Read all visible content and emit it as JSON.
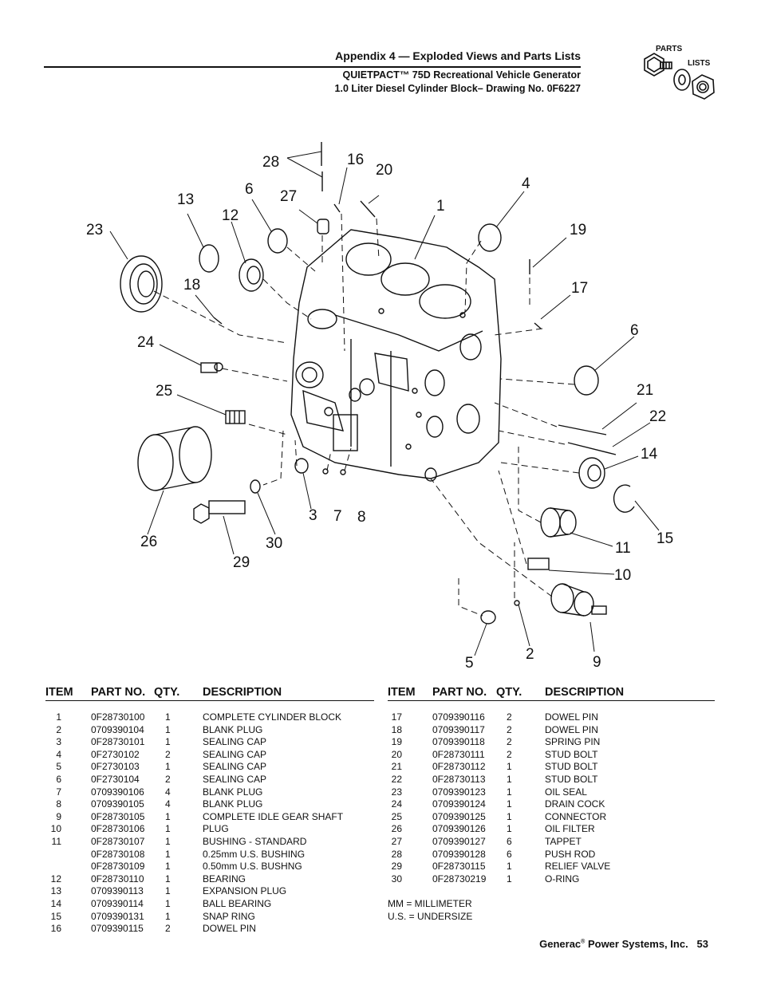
{
  "header": {
    "title": "Appendix 4 — Exploded Views and Parts Lists",
    "subtitle_line1": "QUIETPACT™ 75D Recreational Vehicle Generator",
    "subtitle_line2": "1.0 Liter Diesel Cylinder Block– Drawing No. 0F6227",
    "logo_line1": "PARTS",
    "logo_line2": "LISTS"
  },
  "diagram": {
    "callouts": [
      "1",
      "2",
      "3",
      "4",
      "5",
      "6",
      "6",
      "7",
      "8",
      "9",
      "10",
      "11",
      "12",
      "13",
      "14",
      "15",
      "16",
      "17",
      "18",
      "19",
      "20",
      "21",
      "22",
      "23",
      "24",
      "25",
      "26",
      "27",
      "28",
      "29",
      "30"
    ]
  },
  "table": {
    "columns": [
      "ITEM",
      "PART NO.",
      "QTY.",
      "DESCRIPTION"
    ],
    "left_rows": [
      {
        "item": "1",
        "part": "0F28730100",
        "qty": "1",
        "desc": "COMPLETE CYLINDER BLOCK"
      },
      {
        "item": "2",
        "part": "0709390104",
        "qty": "1",
        "desc": "BLANK PLUG"
      },
      {
        "item": "3",
        "part": "0F28730101",
        "qty": "1",
        "desc": "SEALING CAP"
      },
      {
        "item": "4",
        "part": "0F2730102",
        "qty": "2",
        "desc": "SEALING CAP"
      },
      {
        "item": "5",
        "part": "0F2730103",
        "qty": "1",
        "desc": "SEALING CAP"
      },
      {
        "item": "6",
        "part": "0F2730104",
        "qty": "2",
        "desc": "SEALING CAP"
      },
      {
        "item": "7",
        "part": "0709390106",
        "qty": "4",
        "desc": "BLANK PLUG"
      },
      {
        "item": "8",
        "part": "0709390105",
        "qty": "4",
        "desc": "BLANK PLUG"
      },
      {
        "item": "9",
        "part": "0F28730105",
        "qty": "1",
        "desc": "COMPLETE IDLE GEAR SHAFT"
      },
      {
        "item": "10",
        "part": "0F28730106",
        "qty": "1",
        "desc": "PLUG"
      },
      {
        "item": "11",
        "part": "0F28730107",
        "qty": "1",
        "desc": "BUSHING - STANDARD"
      },
      {
        "item": "",
        "part": "0F28730108",
        "qty": "1",
        "desc": "0.25mm U.S. BUSHING"
      },
      {
        "item": "",
        "part": "0F28730109",
        "qty": "1",
        "desc": "0.50mm U.S. BUSHNG"
      },
      {
        "item": "12",
        "part": "0F28730110",
        "qty": "1",
        "desc": "BEARING"
      },
      {
        "item": "13",
        "part": "0709390113",
        "qty": "1",
        "desc": "EXPANSION PLUG"
      },
      {
        "item": "14",
        "part": "0709390114",
        "qty": "1",
        "desc": "BALL BEARING"
      },
      {
        "item": "15",
        "part": "0709390131",
        "qty": "1",
        "desc": "SNAP RING"
      },
      {
        "item": "16",
        "part": "0709390115",
        "qty": "2",
        "desc": "DOWEL PIN"
      }
    ],
    "right_rows": [
      {
        "item": "17",
        "part": "0709390116",
        "qty": "2",
        "desc": "DOWEL PIN"
      },
      {
        "item": "18",
        "part": "0709390117",
        "qty": "2",
        "desc": "DOWEL PIN"
      },
      {
        "item": "19",
        "part": "0709390118",
        "qty": "2",
        "desc": "SPRING PIN"
      },
      {
        "item": "20",
        "part": "0F28730111",
        "qty": "2",
        "desc": "STUD BOLT"
      },
      {
        "item": "21",
        "part": "0F28730112",
        "qty": "1",
        "desc": "STUD BOLT"
      },
      {
        "item": "22",
        "part": "0F28730113",
        "qty": "1",
        "desc": "STUD BOLT"
      },
      {
        "item": "23",
        "part": "0709390123",
        "qty": "1",
        "desc": "OIL SEAL"
      },
      {
        "item": "24",
        "part": "0709390124",
        "qty": "1",
        "desc": "DRAIN COCK"
      },
      {
        "item": "25",
        "part": "0709390125",
        "qty": "1",
        "desc": "CONNECTOR"
      },
      {
        "item": "26",
        "part": "0709390126",
        "qty": "1",
        "desc": "OIL FILTER"
      },
      {
        "item": "27",
        "part": "0709390127",
        "qty": "6",
        "desc": "TAPPET"
      },
      {
        "item": "28",
        "part": "0709390128",
        "qty": "6",
        "desc": "PUSH ROD"
      },
      {
        "item": "29",
        "part": "0F28730115",
        "qty": "1",
        "desc": "RELIEF VALVE"
      },
      {
        "item": "30",
        "part": "0F28730219",
        "qty": "1",
        "desc": "O-RING"
      }
    ]
  },
  "notes": [
    "MM = MILLIMETER",
    "U.S. = UNDERSIZE"
  ],
  "footer": {
    "company": "Generac",
    "reg_mark": "®",
    "company_rest": " Power Systems, Inc.",
    "page": "53"
  }
}
